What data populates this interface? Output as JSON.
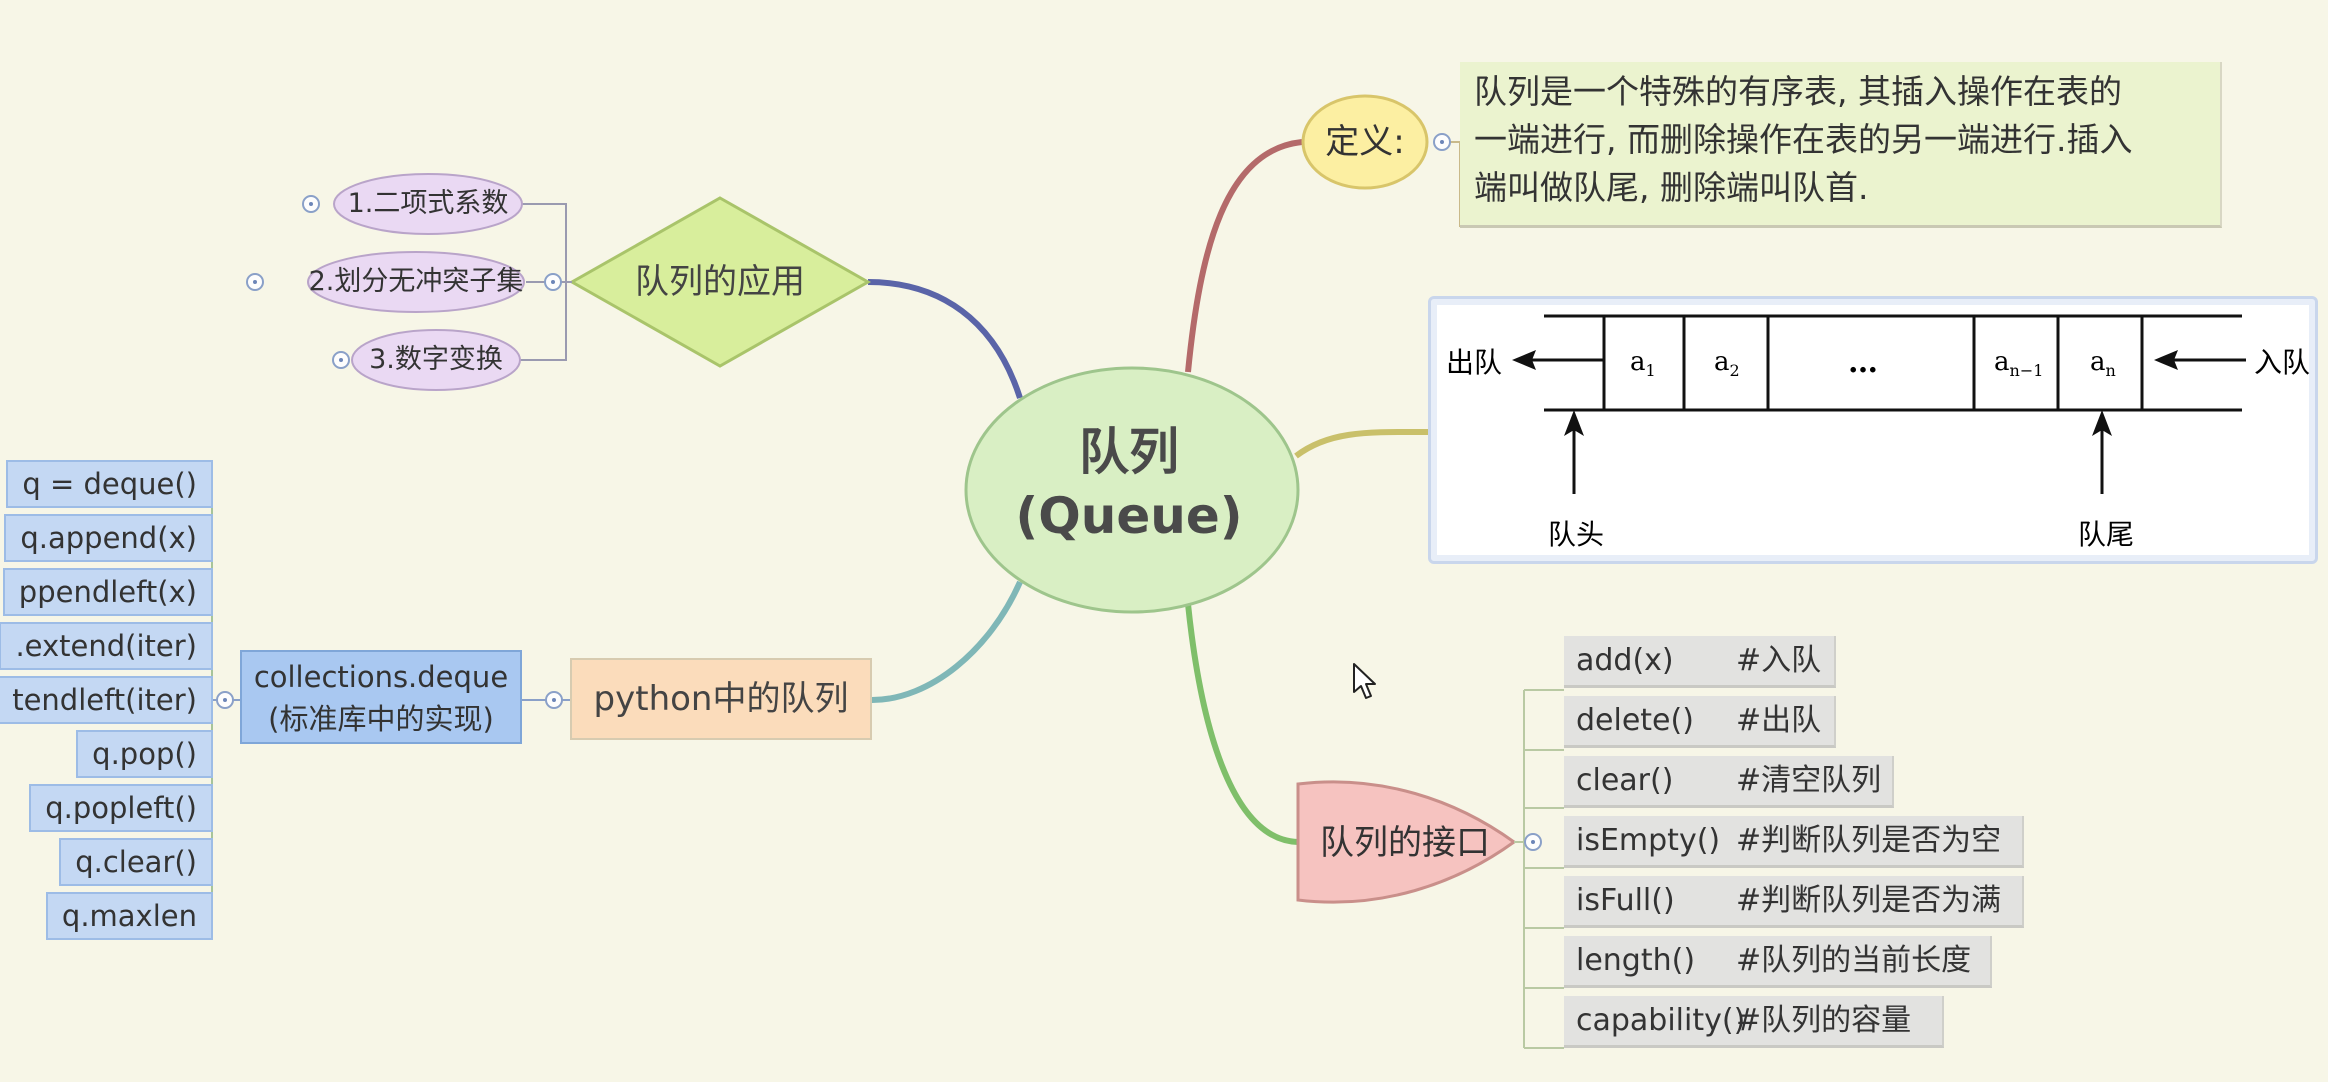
{
  "center": {
    "line1": "队列",
    "line2": "(Queue)"
  },
  "definition": {
    "label": "定义:",
    "lines": [
      "队列是一个特殊的有序表, 其插入操作在表的",
      "一端进行, 而删除操作在表的另一端进行.插入",
      "端叫做队尾, 删除端叫队首."
    ]
  },
  "queue_picture": {
    "dequeue_label": "出队",
    "enqueue_label": "入队",
    "head_label": "队头",
    "tail_label": "队尾",
    "cells": [
      "a",
      "a",
      "…",
      "a",
      "a"
    ],
    "cell_subscripts": [
      "1",
      "2",
      "",
      "n−1",
      "n"
    ]
  },
  "applications": {
    "label": "队列的应用",
    "items": [
      "1.二项式系数",
      "2.划分无冲突子集",
      "3.数字变换"
    ]
  },
  "python": {
    "label": "python中的队列",
    "impl_line1": "collections.deque",
    "impl_line2": "(标准库中的实现)",
    "methods": [
      "q = deque()",
      "q.append(x)",
      "ppendleft(x)",
      ".extend(iter)",
      "tendleft(iter)",
      "q.pop()",
      "q.popleft()",
      "q.clear()",
      "q.maxlen"
    ]
  },
  "interface": {
    "label": "队列的接口",
    "items": [
      {
        "fn": "add(x)",
        "comment": "#入队"
      },
      {
        "fn": "delete()",
        "comment": "#出队"
      },
      {
        "fn": "clear()",
        "comment": "#清空队列"
      },
      {
        "fn": "isEmpty()",
        "comment": "#判断队列是否为空"
      },
      {
        "fn": "isFull()",
        "comment": "#判断队列是否为满"
      },
      {
        "fn": "length()",
        "comment": "#队列的当前长度"
      },
      {
        "fn": "capability()",
        "comment": "#队列的容量"
      }
    ]
  },
  "colors": {
    "background": "#f7f6e7",
    "center_fill": "#d9efc4",
    "definition_fill": "#fcefa2",
    "application_fill": "#d8ee9c",
    "python_fill": "#fbdcbb",
    "deque_fill": "#a9c8f1",
    "interface_fill": "#f6c3c0",
    "items_fill": "#ead9f3"
  },
  "icons": [
    "expand-toggle-icon",
    "arrow-left-icon",
    "arrow-up-icon",
    "mouse-cursor-icon"
  ]
}
